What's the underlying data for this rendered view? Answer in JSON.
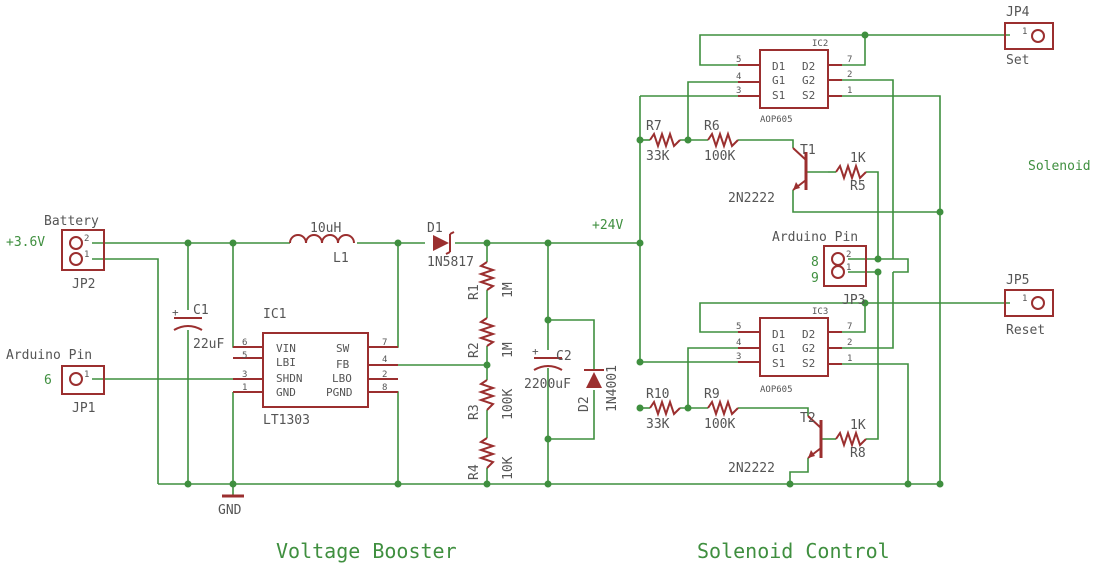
{
  "colors": {
    "wire": "#3f8f3f",
    "part": "#9b2f2f",
    "text": "#555555",
    "background": "#ffffff"
  },
  "sections": {
    "booster": "Voltage Booster",
    "control": "Solenoid Control"
  },
  "nets": {
    "vbat": "+3.6V",
    "v24": "+24V",
    "gnd": "GND",
    "arduino_pin_6": "6",
    "arduino_pin_8": "8",
    "arduino_pin_9": "9",
    "solenoid": "Solenoid"
  },
  "connectors": {
    "jp1": {
      "name": "JP1",
      "label": "Arduino Pin",
      "pin1": "1"
    },
    "jp2": {
      "name": "JP2",
      "label": "Battery",
      "pin1": "1",
      "pin2": "2"
    },
    "jp3": {
      "name": "JP3",
      "label": "Arduino Pin",
      "pin1": "1",
      "pin2": "2"
    },
    "jp4": {
      "name": "JP4",
      "label": "Set",
      "pin1": "1"
    },
    "jp5": {
      "name": "JP5",
      "label": "Reset",
      "pin1": "1"
    }
  },
  "components": {
    "c1": {
      "name": "C1",
      "value": "22uF"
    },
    "c2": {
      "name": "C2",
      "value": "2200uF"
    },
    "l1": {
      "name": "L1",
      "value": "10uH"
    },
    "d1": {
      "name": "D1",
      "value": "1N5817"
    },
    "d2": {
      "name": "D2",
      "value": "1N4001"
    },
    "r1": {
      "name": "R1",
      "value": "1M"
    },
    "r2": {
      "name": "R2",
      "value": "1M"
    },
    "r3": {
      "name": "R3",
      "value": "100K"
    },
    "r4": {
      "name": "R4",
      "value": "10K"
    },
    "r5": {
      "name": "R5",
      "value": "1K"
    },
    "r6": {
      "name": "R6",
      "value": "100K"
    },
    "r7": {
      "name": "R7",
      "value": "33K"
    },
    "r8": {
      "name": "R8",
      "value": "1K"
    },
    "r9": {
      "name": "R9",
      "value": "100K"
    },
    "r10": {
      "name": "R10",
      "value": "33K"
    },
    "t1": {
      "name": "T1",
      "value": "2N2222"
    },
    "t2": {
      "name": "T2",
      "value": "2N2222"
    }
  },
  "ic1": {
    "name": "IC1",
    "value": "LT1303",
    "left_pins": [
      {
        "num": "6",
        "label": "VIN"
      },
      {
        "num": "5",
        "label": "LBI"
      },
      {
        "num": "3",
        "label": "SHDN"
      },
      {
        "num": "1",
        "label": "GND"
      }
    ],
    "right_pins": [
      {
        "num": "7",
        "label": "SW"
      },
      {
        "num": "4",
        "label": "FB"
      },
      {
        "num": "2",
        "label": "LBO"
      },
      {
        "num": "8",
        "label": "PGND"
      }
    ]
  },
  "ic2": {
    "name": "IC2",
    "value": "AOP605",
    "left_pins": [
      {
        "num": "5",
        "label": "D1"
      },
      {
        "num": "4",
        "label": "G1"
      },
      {
        "num": "3",
        "label": "S1"
      }
    ],
    "right_pins": [
      {
        "num": "7",
        "label": "D2"
      },
      {
        "num": "2",
        "label": "G2"
      },
      {
        "num": "1",
        "label": "S2"
      }
    ]
  },
  "ic3": {
    "name": "IC3",
    "value": "AOP605",
    "left_pins": [
      {
        "num": "5",
        "label": "D1"
      },
      {
        "num": "4",
        "label": "G1"
      },
      {
        "num": "3",
        "label": "S1"
      }
    ],
    "right_pins": [
      {
        "num": "7",
        "label": "D2"
      },
      {
        "num": "2",
        "label": "G2"
      },
      {
        "num": "1",
        "label": "S2"
      }
    ]
  }
}
